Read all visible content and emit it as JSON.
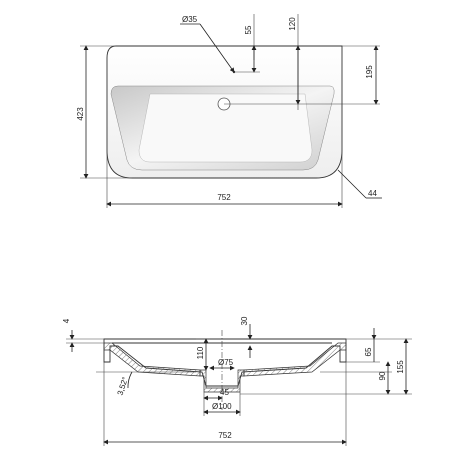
{
  "top_view": {
    "dims": {
      "hole_diameter": "Ø35",
      "offset_55": "55",
      "depth_120": "120",
      "depth_195": "195",
      "height_423": "423",
      "width_752": "752",
      "radius_44": "44"
    }
  },
  "section_view": {
    "dims": {
      "edge_4": "4",
      "depth_30": "30",
      "depth_110": "110",
      "outlet_diameter": "Ø75",
      "offset_45": "45",
      "base_diameter": "Ø100",
      "slope": "3,52°",
      "height_65": "65",
      "height_90": "90",
      "height_155": "155",
      "width_752": "752"
    }
  },
  "colors": {
    "line": "#222222",
    "basin_shade": "#d9d9d9",
    "section_fill": "#b5b5b5"
  }
}
